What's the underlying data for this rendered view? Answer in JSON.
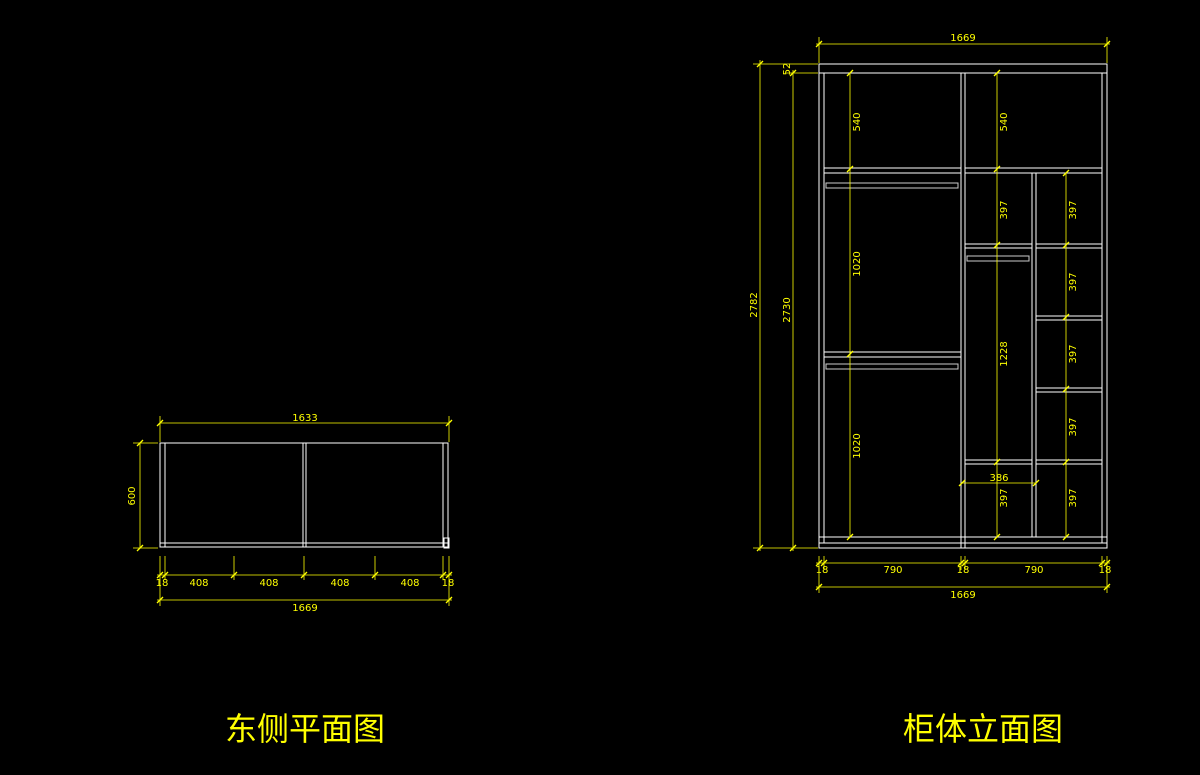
{
  "plan_view": {
    "title": "东侧平面图",
    "dims": {
      "top_width": "1633",
      "depth": "600",
      "edge_left": "18",
      "panel_1": "408",
      "panel_2": "408",
      "panel_3": "408",
      "panel_4": "408",
      "edge_right": "18",
      "total_width": "1669"
    }
  },
  "elevation_view": {
    "title": "柜体立面图",
    "dims": {
      "top_width": "1669",
      "top_gap": "52",
      "total_height": "2782",
      "body_height": "2730",
      "left_top": "540",
      "left_mid": "1020",
      "left_low": "1020",
      "center_top": "540",
      "center_upper": "397",
      "center_long": "1228",
      "center_width": "386",
      "center_bottom": "397",
      "right_1": "397",
      "right_2": "397",
      "right_3": "397",
      "right_4": "397",
      "right_5": "397",
      "bottom_edge_left": "18",
      "bottom_bay_left": "790",
      "bottom_mid": "18",
      "bottom_bay_right": "790",
      "bottom_edge_right": "18",
      "bottom_total": "1669"
    }
  }
}
